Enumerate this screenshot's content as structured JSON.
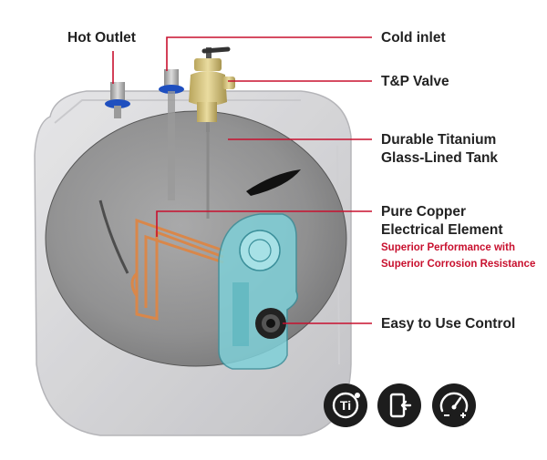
{
  "labels": {
    "hot_outlet": "Hot Outlet",
    "cold_inlet": "Cold inlet",
    "tp_valve": "T&P Valve",
    "tank_line1": "Durable Titanium",
    "tank_line2": "Glass-Lined Tank",
    "element_line1": "Pure Copper",
    "element_line2": "Electrical Element",
    "element_sub1": "Superior Performance with",
    "element_sub2": "Superior Corrosion Resistance",
    "control": "Easy to Use Control"
  },
  "badges": {
    "titanium_symbol": "Ti",
    "titanium_icon": "titanium-icon",
    "install_icon": "install-door-icon",
    "gauge_icon": "gauge-icon"
  },
  "colors": {
    "leader_line": "#c8102e",
    "sub_text": "#c8102e",
    "label_text": "#222222",
    "badge_bg": "#1d1d1d",
    "pipe_ring": "#1f4fbf",
    "valve_brass": "#d6c27a",
    "element_copper": "#d9874a",
    "control_panel": "#7fd0d8"
  }
}
